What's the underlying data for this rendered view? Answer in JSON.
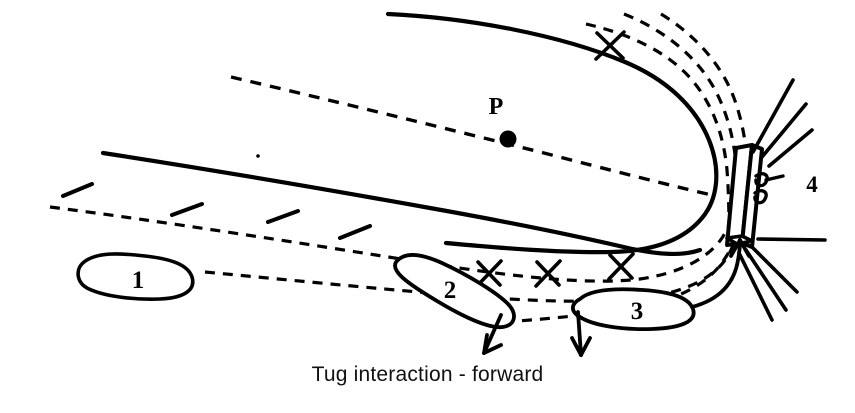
{
  "figure": {
    "caption": "Tug interaction - forward",
    "ink_color": "#000000",
    "background_color": "#ffffff"
  },
  "labels": {
    "pivot_point": "P",
    "quay": "4"
  },
  "vessels": [
    {
      "id": "vessel-1",
      "label": "1",
      "state": "approach-straight"
    },
    {
      "id": "vessel-2",
      "label": "2",
      "state": "turning-angled"
    },
    {
      "id": "vessel-3",
      "label": "3",
      "state": "alongside-berth"
    }
  ],
  "markers": {
    "cross_count_upper": 1,
    "cross_count_lower": 3,
    "tick_count": 4
  },
  "annotations": {
    "forward_arrow_ship2": "down-left",
    "forward_arrow_ship3": "down",
    "tug_push_arrow": "up-right-to-quay"
  }
}
